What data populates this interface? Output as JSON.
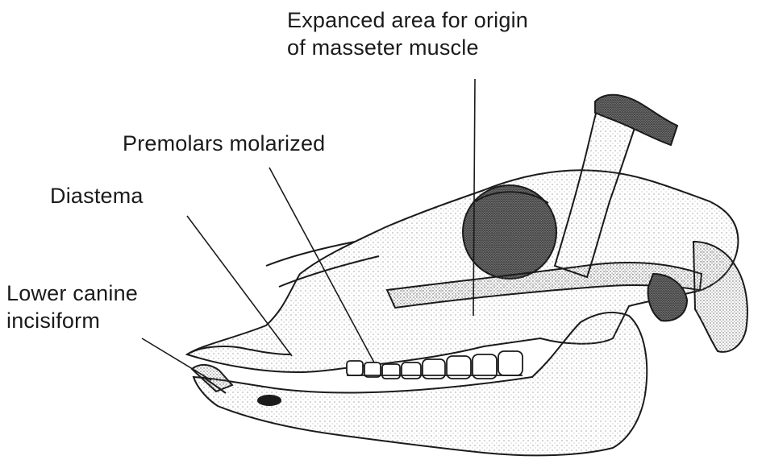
{
  "labels": {
    "masseter_line1": "Expanced area for origin",
    "masseter_line2": "of masseter muscle",
    "premolars": "Premolars molarized",
    "diastema": "Diastema",
    "canine_line1": "Lower canine",
    "canine_line2": "incisiform"
  },
  "colors": {
    "ink": "#1b1b1b",
    "stipple": "#555555",
    "fossa_dark": "#3a3a3a",
    "background": "#ffffff"
  }
}
